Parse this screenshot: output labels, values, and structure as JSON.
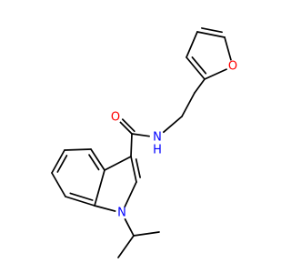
{
  "molecule": {
    "atoms": [
      {
        "id": "O_furan",
        "symbol": "O",
        "color": "#ff0000",
        "show": true
      },
      {
        "id": "O_carbonyl",
        "symbol": "O",
        "color": "#ff0000",
        "show": true
      },
      {
        "id": "N_amide",
        "symbol": "N",
        "color": "#0000ff",
        "show": true,
        "h_label": "H"
      },
      {
        "id": "N_indole",
        "symbol": "N",
        "color": "#0000ff",
        "show": true
      }
    ],
    "colors": {
      "bond": "#000000",
      "oxygen": "#ff0000",
      "nitrogen": "#0000ff",
      "background": "#ffffff"
    }
  }
}
